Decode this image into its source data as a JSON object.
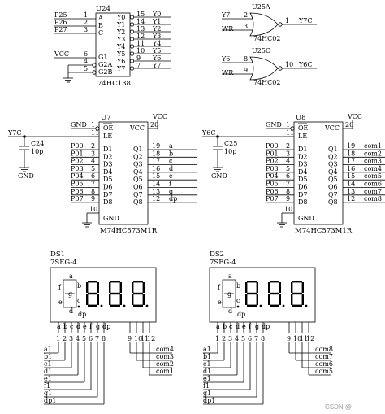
{
  "u24": {
    "ref": "U24",
    "part": "74HC138",
    "inputs": [
      {
        "net": "P25",
        "pin": "1",
        "label": "A"
      },
      {
        "net": "P26",
        "pin": "2",
        "label": "B"
      },
      {
        "net": "P27",
        "pin": "3",
        "label": "C"
      }
    ],
    "enables": [
      {
        "net": "VCC",
        "pin": "6",
        "label": "G1"
      },
      {
        "net": "",
        "pin": "4",
        "label": "G2A"
      },
      {
        "net": "",
        "pin": "5",
        "label": "G2B"
      }
    ],
    "outputs": [
      {
        "label": "Y0",
        "pin": "15",
        "net": "Y0"
      },
      {
        "label": "Y1",
        "pin": "14",
        "net": "Y1"
      },
      {
        "label": "Y2",
        "pin": "13",
        "net": "Y2"
      },
      {
        "label": "Y3",
        "pin": "12",
        "net": "Y3"
      },
      {
        "label": "Y4",
        "pin": "11",
        "net": "Y4"
      },
      {
        "label": "Y5",
        "pin": "10",
        "net": "Y5"
      },
      {
        "label": "Y6",
        "pin": "9",
        "net": "Y6"
      },
      {
        "label": "Y7",
        "pin": "7",
        "net": "Y7"
      }
    ]
  },
  "u25a": {
    "ref": "U25A",
    "part": "74HC02",
    "in1": "Y7",
    "pin1": "2",
    "in2": "WR",
    "pin2": "3",
    "pin_out": "1",
    "out": "Y7C"
  },
  "u25c": {
    "ref": "U25C",
    "part": "74HC02",
    "in1": "Y6",
    "pin1": "8",
    "in2": "WR",
    "pin2": "9",
    "pin_out": "10",
    "out": "Y6C"
  },
  "u7": {
    "ref": "U7",
    "part": "M74HC573M1R",
    "oe_label": "OE",
    "le_label": "LE",
    "vcc_label": "VCC",
    "gnd_label": "GND",
    "gnd_net": "GND",
    "vcc_net": "VCC",
    "le_net": "Y7C",
    "oe_pin": "1",
    "le_pin": "11",
    "vcc_pin": "20",
    "gnd_pin": "10",
    "d_inputs": [
      {
        "net": "P00",
        "pin": "2",
        "label": "D1"
      },
      {
        "net": "P01",
        "pin": "3",
        "label": "D2"
      },
      {
        "net": "P02",
        "pin": "4",
        "label": "D3"
      },
      {
        "net": "P03",
        "pin": "5",
        "label": "D4"
      },
      {
        "net": "P04",
        "pin": "6",
        "label": "D5"
      },
      {
        "net": "P05",
        "pin": "7",
        "label": "D6"
      },
      {
        "net": "P06",
        "pin": "8",
        "label": "D7"
      },
      {
        "net": "P07",
        "pin": "9",
        "label": "D8"
      }
    ],
    "q_outputs": [
      {
        "label": "Q1",
        "pin": "19",
        "net": "a"
      },
      {
        "label": "Q2",
        "pin": "18",
        "net": "b"
      },
      {
        "label": "Q3",
        "pin": "17",
        "net": "c"
      },
      {
        "label": "Q4",
        "pin": "16",
        "net": "d"
      },
      {
        "label": "Q5",
        "pin": "15",
        "net": "e"
      },
      {
        "label": "Q6",
        "pin": "14",
        "net": "f"
      },
      {
        "label": "Q7",
        "pin": "13",
        "net": "g"
      },
      {
        "label": "Q8",
        "pin": "12",
        "net": "dp"
      }
    ],
    "cap": {
      "ref": "C24",
      "value": "10p",
      "gnd": "GND"
    }
  },
  "u8": {
    "ref": "U8",
    "part": "M74HC573M1R",
    "oe_label": "OE",
    "le_label": "LE",
    "vcc_label": "VCC",
    "gnd_label": "GND",
    "gnd_net": "GND",
    "vcc_net": "VCC",
    "le_net": "Y6C",
    "oe_pin": "1",
    "le_pin": "11",
    "vcc_pin": "20",
    "gnd_pin": "10",
    "d_inputs": [
      {
        "net": "P00",
        "pin": "2",
        "label": "D1"
      },
      {
        "net": "P01",
        "pin": "3",
        "label": "D2"
      },
      {
        "net": "P02",
        "pin": "4",
        "label": "D3"
      },
      {
        "net": "P03",
        "pin": "5",
        "label": "D4"
      },
      {
        "net": "P04",
        "pin": "6",
        "label": "D5"
      },
      {
        "net": "P05",
        "pin": "7",
        "label": "D6"
      },
      {
        "net": "P06",
        "pin": "8",
        "label": "D7"
      },
      {
        "net": "P07",
        "pin": "9",
        "label": "D8"
      }
    ],
    "q_outputs": [
      {
        "label": "Q1",
        "pin": "19",
        "net": "com1"
      },
      {
        "label": "Q2",
        "pin": "18",
        "net": "com2"
      },
      {
        "label": "Q3",
        "pin": "17",
        "net": "com3"
      },
      {
        "label": "Q4",
        "pin": "16",
        "net": "com4"
      },
      {
        "label": "Q5",
        "pin": "15",
        "net": "com5"
      },
      {
        "label": "Q6",
        "pin": "14",
        "net": "com6"
      },
      {
        "label": "Q7",
        "pin": "13",
        "net": "com7"
      },
      {
        "label": "Q8",
        "pin": "12",
        "net": "com8"
      }
    ],
    "cap": {
      "ref": "C25",
      "value": "10p",
      "gnd": "GND"
    }
  },
  "ds1": {
    "ref": "DS1",
    "part": "7SEG-4",
    "seg_letters": [
      "a",
      "b",
      "c",
      "d",
      "e",
      "f",
      "g",
      "dp"
    ],
    "pin_letters": [
      "a",
      "b",
      "c",
      "d",
      "e",
      "f",
      "g",
      "dp"
    ],
    "seg_pins": [
      "1",
      "2",
      "3",
      "4",
      "5",
      "6",
      "7",
      "8"
    ],
    "com_pins": [
      "9",
      "10",
      "11",
      "12"
    ],
    "left_nets": [
      "a1",
      "b1",
      "c1",
      "d1",
      "e1",
      "f1",
      "g1",
      "dp1"
    ],
    "right_nets": [
      "com4",
      "com3",
      "com2",
      "com1"
    ]
  },
  "ds2": {
    "ref": "DS2",
    "part": "7SEG-4",
    "seg_letters": [
      "a",
      "b",
      "c",
      "d",
      "e",
      "f",
      "g",
      "dp"
    ],
    "pin_letters": [
      "a",
      "b",
      "c",
      "d",
      "e",
      "f",
      "g",
      "dp"
    ],
    "seg_pins": [
      "1",
      "2",
      "3",
      "4",
      "5",
      "6",
      "7",
      "8"
    ],
    "com_pins": [
      "9",
      "10",
      "11",
      "12"
    ],
    "left_nets": [
      "a1",
      "b1",
      "c1",
      "d1",
      "e1",
      "f1",
      "g1",
      "dp1"
    ],
    "right_nets": [
      "com8",
      "com7",
      "com6",
      "com5"
    ]
  },
  "watermark": "CSDN @"
}
